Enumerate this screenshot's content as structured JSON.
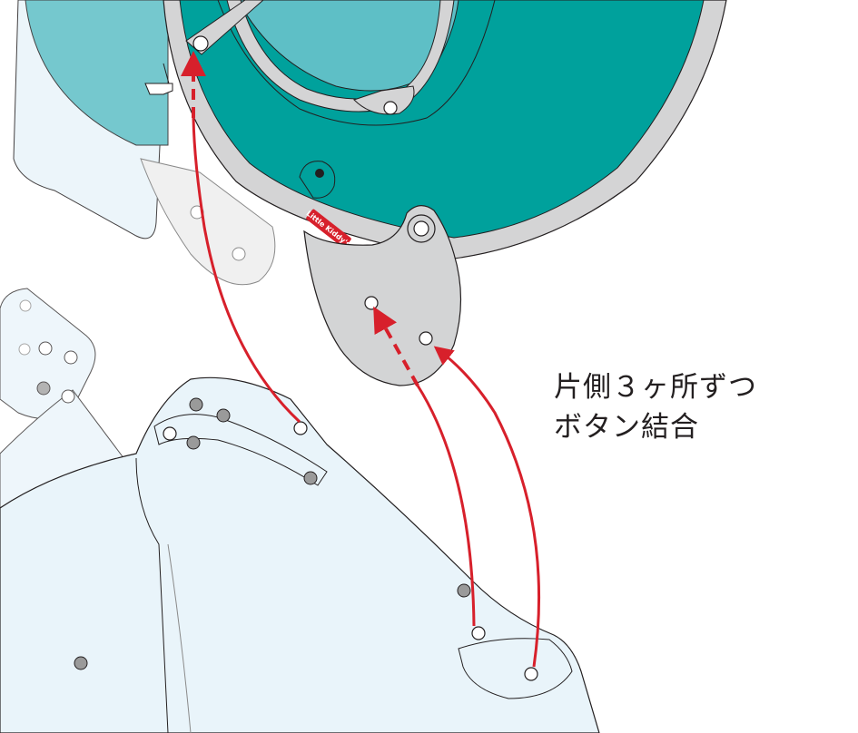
{
  "instruction": {
    "line1": "片側３ヶ所ずつ",
    "line2": "ボタン結合"
  },
  "brand": {
    "label": "Little Kiddy's",
    "tag_color": "#d7202b"
  },
  "colors": {
    "seat_teal": "#00a19c",
    "seat_teal_light": "#5ebfc6",
    "seat_grey": "#d4d4d5",
    "tab_grey": "#d3d4d5",
    "shield_blue": "#e9f4fa",
    "arrow_red": "#d7202b",
    "outline": "#231f20"
  },
  "arrows": [
    {
      "id": "left-arrow",
      "style": "solid-then-dashed"
    },
    {
      "id": "middle-arrow",
      "style": "solid-then-dashed"
    },
    {
      "id": "right-arrow",
      "style": "solid"
    }
  ]
}
